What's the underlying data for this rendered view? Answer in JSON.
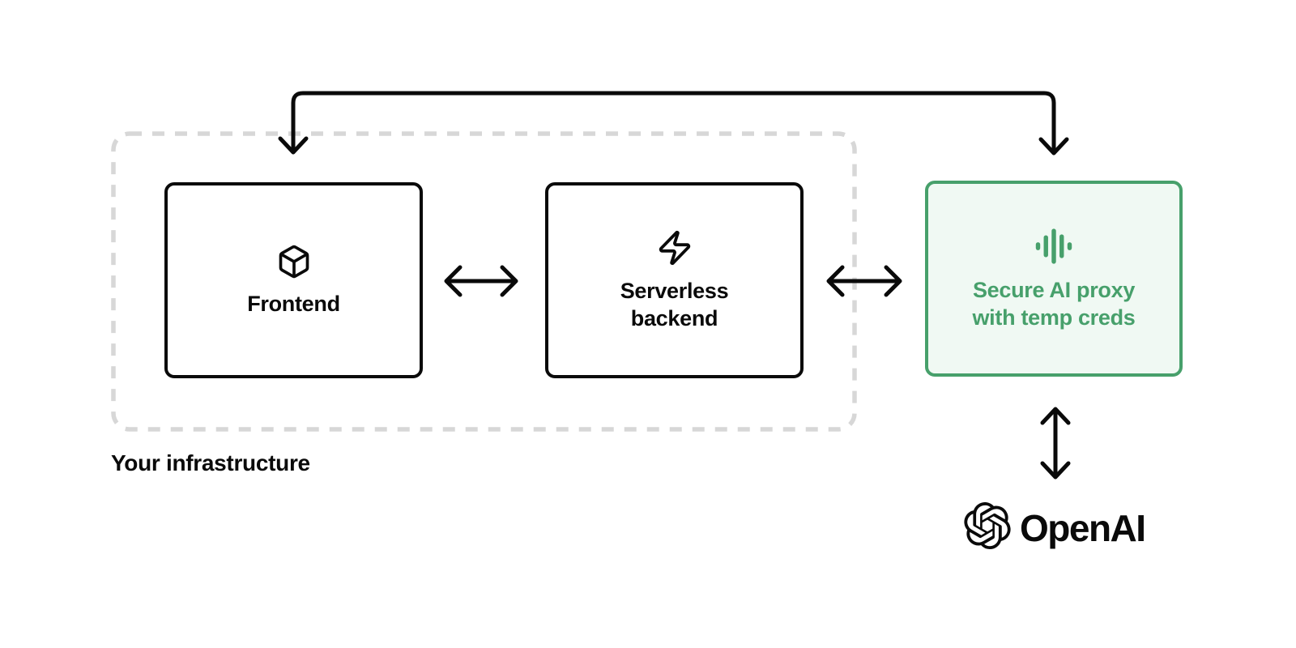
{
  "colors": {
    "ink": "#0a0a0a",
    "green": "#47a06b",
    "green_fill": "#f0f9f3",
    "dash": "#d7d7d7",
    "bg": "#ffffff"
  },
  "infrastructure": {
    "label": "Your infrastructure"
  },
  "nodes": {
    "frontend": {
      "label": "Frontend",
      "icon": "cube-icon"
    },
    "serverless": {
      "label": "Serverless backend",
      "icon": "lightning-bolt-icon"
    },
    "proxy": {
      "label": "Secure AI proxy with temp creds",
      "icon": "audio-waveform-icon"
    }
  },
  "openai": {
    "wordmark": "OpenAI",
    "icon": "openai-logo-icon"
  },
  "connections": [
    {
      "from": "frontend",
      "to": "proxy",
      "bidirectional": true,
      "route": "over-the-top"
    },
    {
      "from": "frontend",
      "to": "serverless",
      "bidirectional": true,
      "route": "horizontal"
    },
    {
      "from": "serverless",
      "to": "proxy",
      "bidirectional": true,
      "route": "horizontal"
    },
    {
      "from": "proxy",
      "to": "openai",
      "bidirectional": true,
      "route": "vertical"
    }
  ]
}
